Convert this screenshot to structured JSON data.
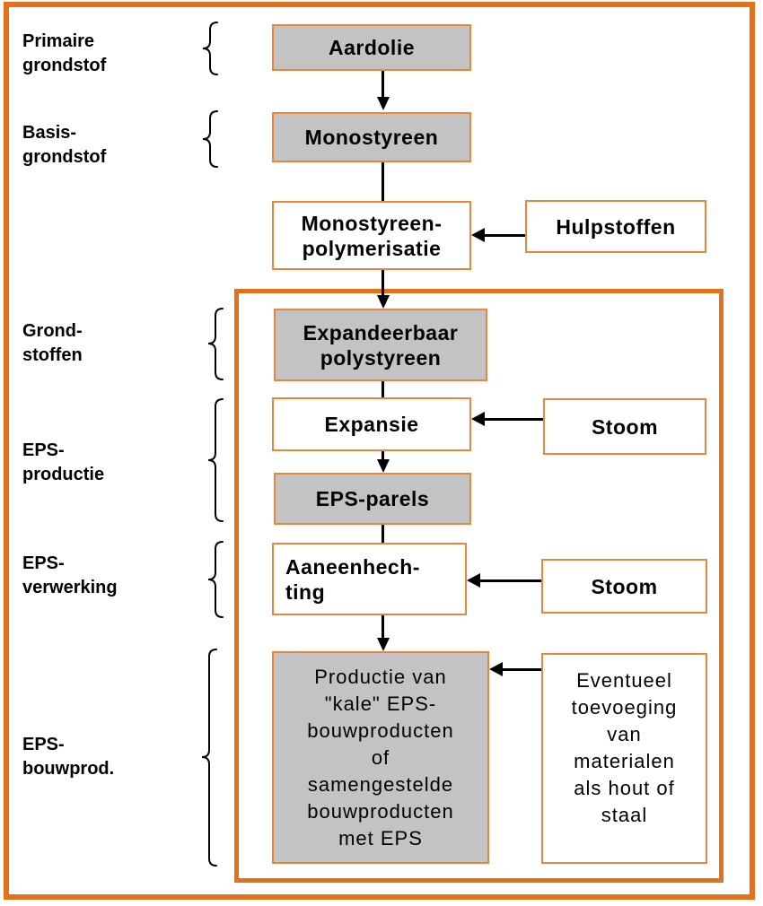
{
  "colors": {
    "border_orange": "#e4711a",
    "box_border_orange": "#e8873c",
    "gray_fill": "#c3c3c3",
    "white_fill": "#ffffff",
    "text_color": "#000000"
  },
  "stage_labels": [
    {
      "id": "primaire-grondstof",
      "text": "Primaire\ngrondstof"
    },
    {
      "id": "basis-grondstof",
      "text": "Basis-\ngrondstof"
    },
    {
      "id": "grondstoffen",
      "text": "Grond-\nstoffen"
    },
    {
      "id": "eps-productie",
      "text": "EPS-\nproductie"
    },
    {
      "id": "eps-verwerking",
      "text": "EPS-\nverwerking"
    },
    {
      "id": "eps-bouwprod",
      "text": "EPS-\nbouwprod."
    }
  ],
  "process_boxes": [
    {
      "id": "aardolie",
      "text": "Aardolie",
      "fill": "gray"
    },
    {
      "id": "monostyreen",
      "text": "Monostyreen",
      "fill": "gray"
    },
    {
      "id": "monostyreen-polymerisatie",
      "text": "Monostyreen-\npolymerisatie",
      "fill": "white"
    },
    {
      "id": "expandeerbaar-polystyreen",
      "text": "Expandeerbaar\npolystyreen",
      "fill": "gray"
    },
    {
      "id": "expansie",
      "text": "Expansie",
      "fill": "white"
    },
    {
      "id": "eps-parels",
      "text": "EPS-parels",
      "fill": "gray"
    },
    {
      "id": "aaneenhechting",
      "text": "Aaneenhech-\nting",
      "fill": "white"
    },
    {
      "id": "productie-kale-eps",
      "text": "Productie van\n\"kale\" EPS-\nbouwproducten\nof\nsamengestelde\nbouwproducten\nmet EPS",
      "fill": "gray"
    }
  ],
  "input_boxes": [
    {
      "id": "hulpstoffen",
      "text": "Hulpstoffen"
    },
    {
      "id": "stoom-1",
      "text": "Stoom"
    },
    {
      "id": "stoom-2",
      "text": "Stoom"
    },
    {
      "id": "eventueel-toevoeging",
      "text": "Eventueel\ntoevoeging\nvan\nmaterialen\nals hout of\nstaal"
    }
  ]
}
